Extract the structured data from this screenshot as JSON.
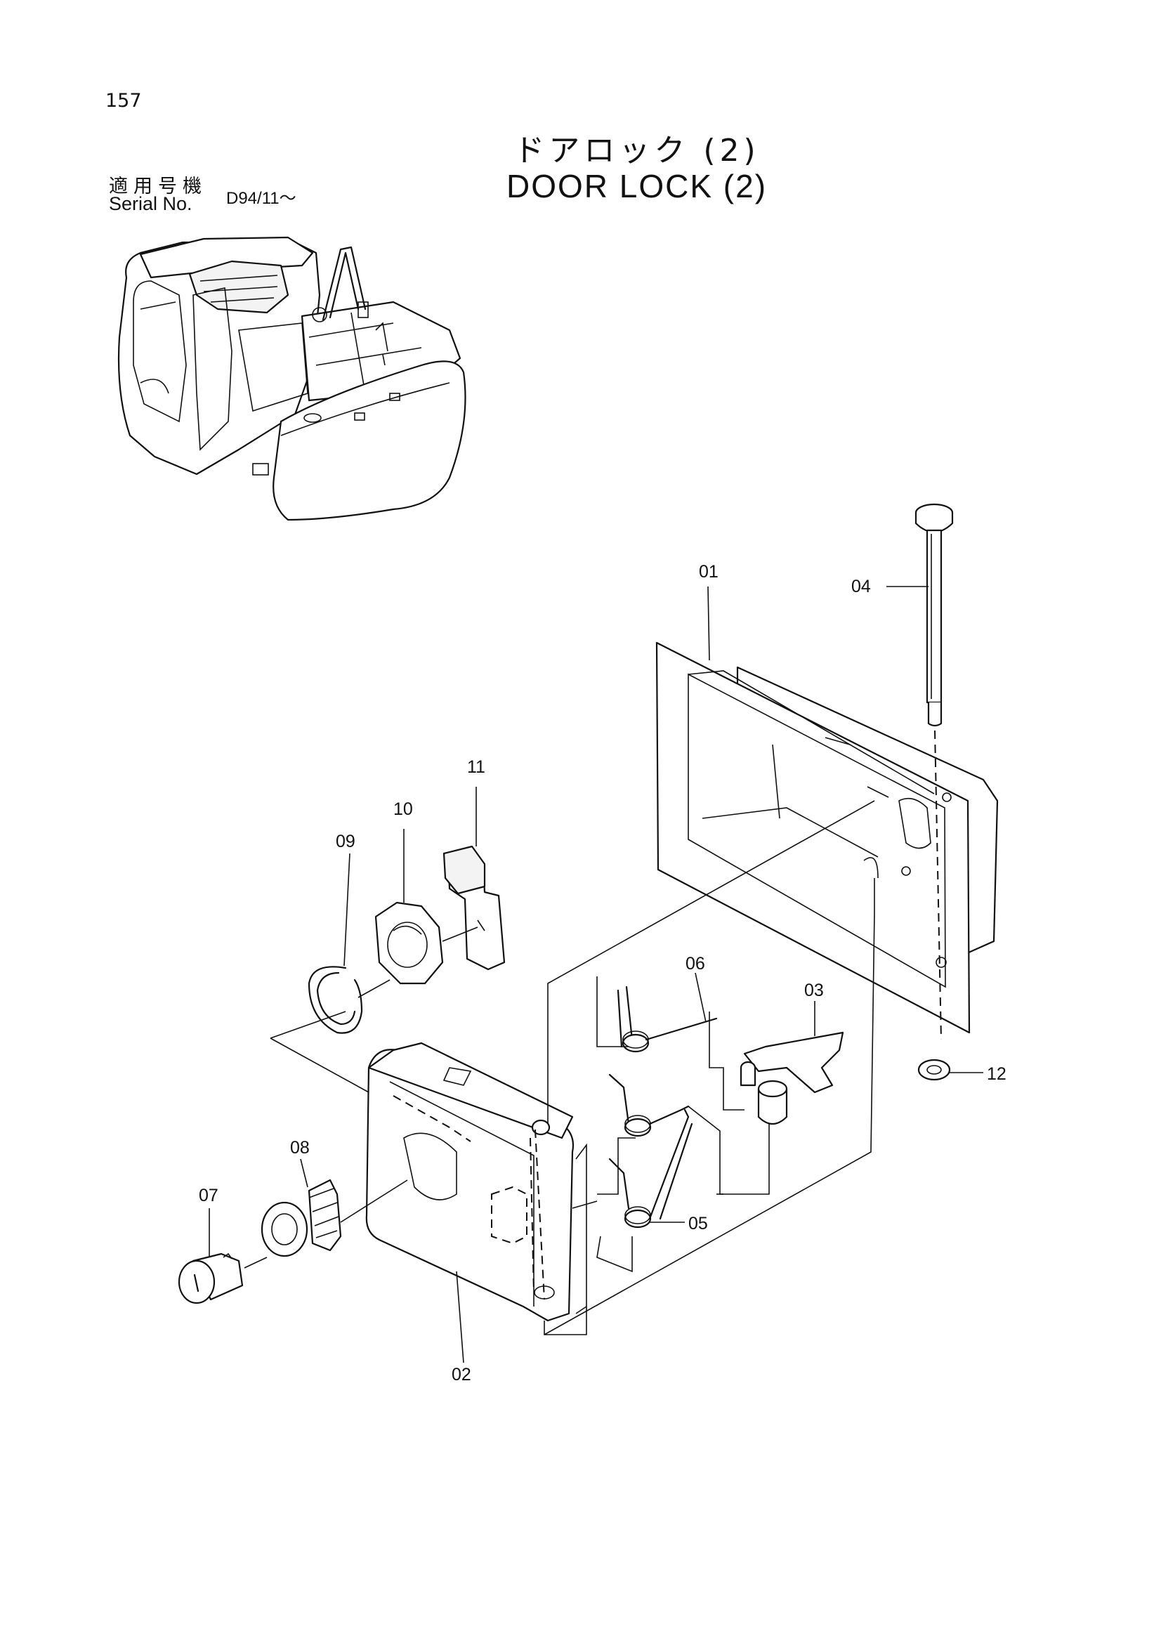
{
  "header": {
    "page_number": "157",
    "title_jp": "ドアロック (2)",
    "title_en": "DOOR LOCK (2)",
    "serial_label_jp": "適用号機",
    "serial_label_en": "Serial No.",
    "serial_value": "D94/11～"
  },
  "part_labels": {
    "p01": "01",
    "p02": "02",
    "p03": "03",
    "p04": "04",
    "p05": "05",
    "p06": "06",
    "p07": "07",
    "p08": "08",
    "p09": "09",
    "p10": "10",
    "p11": "11",
    "p12": "12"
  }
}
